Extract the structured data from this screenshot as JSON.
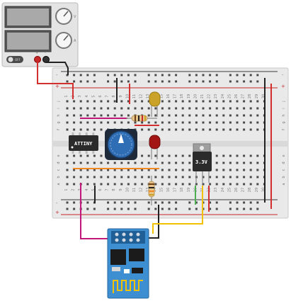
{
  "power_supply": {
    "off_label": "OFF",
    "knob_labels": [
      "V",
      "A"
    ]
  },
  "breadboard": {
    "row_letters_top": [
      "j",
      "i",
      "h",
      "g",
      "f"
    ],
    "row_letters_bottom": [
      "e",
      "d",
      "c",
      "b",
      "a"
    ],
    "column_numbers": [
      "1",
      "2",
      "3",
      "4",
      "5",
      "6",
      "7",
      "8",
      "9",
      "10",
      "11",
      "12",
      "13",
      "14",
      "15",
      "16",
      "17",
      "18",
      "19",
      "20",
      "21",
      "22",
      "23",
      "24",
      "25",
      "26",
      "27",
      "28",
      "29",
      "30"
    ],
    "rail_plus": "+",
    "rail_minus": "-"
  },
  "components": {
    "attiny_label": "ATTINY",
    "regulator_label": "3.3V"
  },
  "colors": {
    "wire_red": "#d32f2f",
    "wire_black": "#222222",
    "wire_magenta": "#c2187a",
    "wire_yellow": "#f2c200",
    "wire_green": "#4caf50",
    "wire_orange": "#f08a24",
    "led_yellow": "#c9a227",
    "led_red": "#a31515",
    "pot_blue": "#2f6db5",
    "esp_blue": "#3d8fd1"
  }
}
